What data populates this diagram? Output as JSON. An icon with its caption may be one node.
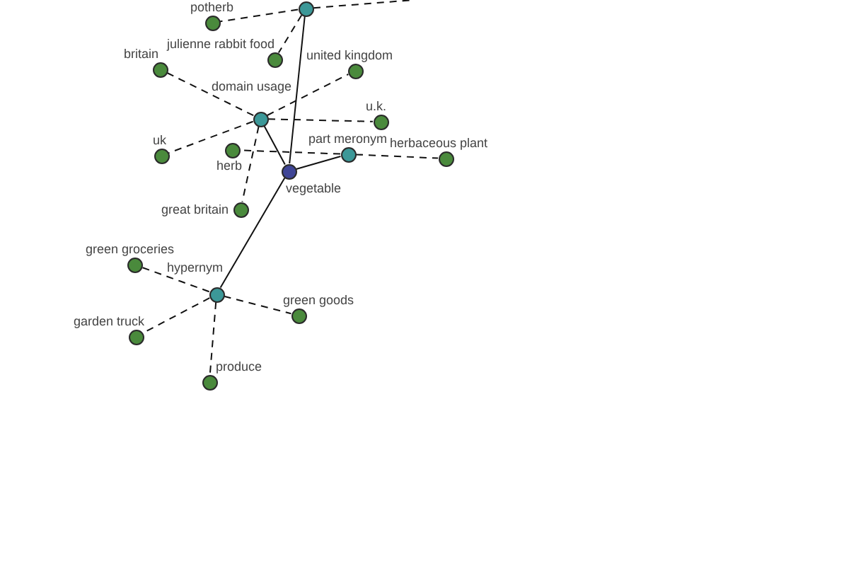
{
  "diagram": {
    "nodes": [
      {
        "text": [],
        "shape": "circle"
      },
      {
        "text": [
          "potherb"
        ]
      },
      {
        "text": [
          "julienne rabbit food"
        ]
      },
      {
        "text": [
          "britain"
        ]
      },
      {
        "text": [
          "united kingdom"
        ]
      },
      {
        "text": [
          "domain usage"
        ]
      },
      {
        "text": [
          "u.k."
        ]
      },
      {
        "text": [
          "herb"
        ]
      },
      {
        "text": [
          "uk"
        ]
      },
      {
        "text": [
          "vegetable"
        ]
      },
      {
        "text": [
          "part meronym"
        ]
      },
      {
        "text": [
          "herbaceous plant"
        ]
      },
      {
        "text": [
          "great britain"
        ]
      },
      {
        "text": [
          "green groceries"
        ]
      },
      {
        "text": [
          "hypernym"
        ]
      },
      {
        "text": [
          "green goods"
        ]
      },
      {
        "text": [
          "garden truck"
        ]
      },
      {
        "text": [
          "produce"
        ]
      }
    ],
    "edges": [
      {
        "from": 9,
        "to": 0,
        "arrow": "none"
      },
      {
        "from": 9,
        "to": 5,
        "arrow": "none"
      },
      {
        "from": 9,
        "to": 10,
        "arrow": "none"
      },
      {
        "from": 9,
        "to": 14,
        "arrow": "none"
      },
      {
        "from": 0,
        "to": 1,
        "arrow": "none",
        "style": "dashed"
      },
      {
        "from": 0,
        "to": 2,
        "arrow": "none",
        "style": "dashed"
      },
      {
        "from": 0,
        "to": null,
        "arrow": "none",
        "style": "dashed"
      },
      {
        "from": 5,
        "to": 3,
        "arrow": "none",
        "style": "dashed"
      },
      {
        "from": 5,
        "to": 4,
        "arrow": "none",
        "style": "dashed"
      },
      {
        "from": 5,
        "to": 6,
        "arrow": "none",
        "style": "dashed"
      },
      {
        "from": 5,
        "to": 8,
        "arrow": "none",
        "style": "dashed"
      },
      {
        "from": 5,
        "to": 12,
        "arrow": "none",
        "style": "dashed"
      },
      {
        "from": 10,
        "to": 7,
        "arrow": "none",
        "style": "dashed"
      },
      {
        "from": 10,
        "to": 11,
        "arrow": "none",
        "style": "dashed"
      },
      {
        "from": 14,
        "to": 13,
        "arrow": "none",
        "style": "dashed"
      },
      {
        "from": 14,
        "to": 15,
        "arrow": "none",
        "style": "dashed"
      },
      {
        "from": 14,
        "to": 16,
        "arrow": "none",
        "style": "dashed"
      },
      {
        "from": 14,
        "to": 17,
        "arrow": "none",
        "style": "dashed"
      }
    ]
  }
}
